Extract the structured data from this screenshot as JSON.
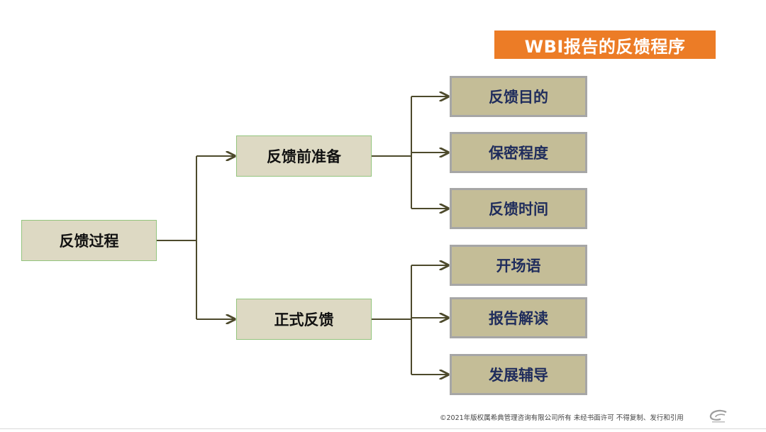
{
  "title": "WBI报告的反馈程序",
  "root": "反馈过程",
  "branches": {
    "prep": {
      "label": "反馈前准备",
      "items": [
        "反馈目的",
        "保密程度",
        "反馈时间"
      ]
    },
    "formal": {
      "label": "正式反馈",
      "items": [
        "开场语",
        "报告解读",
        "发展辅导"
      ]
    }
  },
  "footer": "©2021年版权属希典管理咨询有限公司所有  未经书面许可  不得复制、发行和引用",
  "colors": {
    "banner": "#ec7c26",
    "light_node": "#ddd9c3",
    "dark_node": "#c4bd97",
    "connector": "#4d4a2c",
    "leaf_text": "#1f2c5c"
  }
}
